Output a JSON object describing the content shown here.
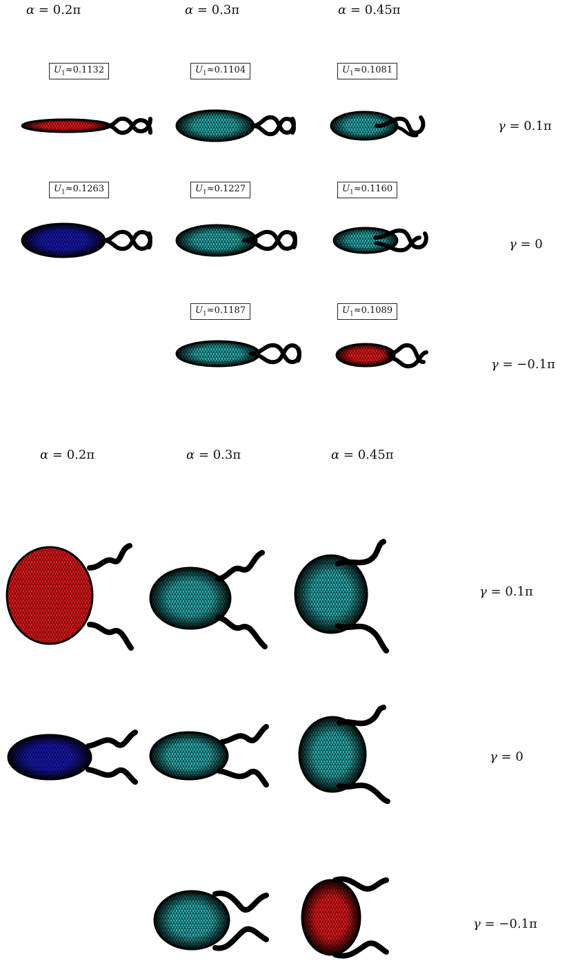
{
  "colors": {
    "red_mesh": "#e41a1c",
    "blue_mesh": "#1a1ab0",
    "teal_mesh": "#2bb3b3",
    "dark": "#0a0a0a"
  },
  "top": {
    "alpha": [
      "0.2π",
      "0.3π",
      "0.45π"
    ],
    "gamma": [
      "0.1π",
      "0",
      "−0.1π"
    ],
    "u1": [
      [
        "0.1132",
        "0.1104",
        "0.1081"
      ],
      [
        "0.1263",
        "0.1227",
        "0.1160"
      ],
      [
        "",
        "0.1187",
        "0.1089"
      ]
    ]
  },
  "bottom": {
    "alpha": [
      "0.2π",
      "0.3π",
      "0.45π"
    ],
    "gamma": [
      "0.1π",
      "0",
      "−0.1π"
    ]
  }
}
